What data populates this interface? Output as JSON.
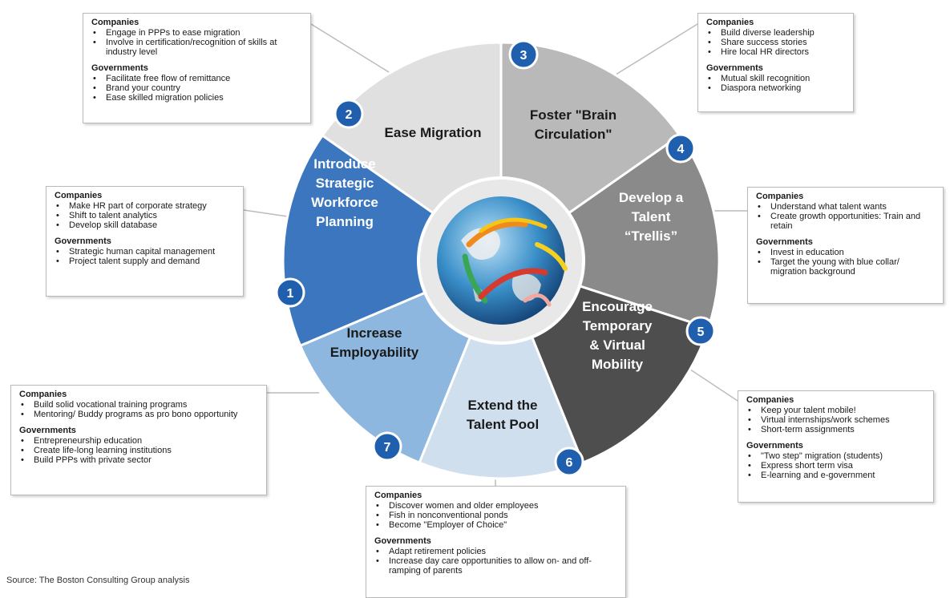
{
  "colors": {
    "seg1": "#3b76bf",
    "seg2": "#e0e0e0",
    "seg3": "#b9b9b9",
    "seg4": "#8a8a8a",
    "seg5": "#4e4e4e",
    "seg6": "#cfdfee",
    "seg7": "#8eb7df",
    "badge": "#1f5fae",
    "connector": "#bcbcbc"
  },
  "segments": [
    {
      "number": "1",
      "label": [
        "Introduce",
        "Strategic",
        "Workforce",
        "Planning"
      ],
      "text_color": "#ffffff"
    },
    {
      "number": "2",
      "label": [
        "Ease Migration"
      ],
      "text_color": "#1a1a1a"
    },
    {
      "number": "3",
      "label": [
        "Foster \"Brain",
        "Circulation\""
      ],
      "text_color": "#1a1a1a"
    },
    {
      "number": "4",
      "label": [
        "Develop a",
        "Talent",
        "“Trellis”"
      ],
      "text_color": "#ffffff"
    },
    {
      "number": "5",
      "label": [
        "Encourage",
        "Temporary",
        "& Virtual",
        "Mobility"
      ],
      "text_color": "#ffffff"
    },
    {
      "number": "6",
      "label": [
        "Extend the",
        "Talent Pool"
      ],
      "text_color": "#1a1a1a"
    },
    {
      "number": "7",
      "label": [
        "Increase",
        "Employability"
      ],
      "text_color": "#1a1a1a"
    }
  ],
  "boxes": {
    "box1": {
      "companies_heading": "Companies",
      "companies": [
        "Make HR part of corporate strategy",
        "Shift to talent analytics",
        "Develop skill database"
      ],
      "governments_heading": "Governments",
      "governments": [
        "Strategic human capital management",
        "Project talent supply and demand"
      ]
    },
    "box2": {
      "companies_heading": "Companies",
      "companies": [
        "Engage in PPPs to ease migration",
        "Involve in certification/recognition of skills at industry level"
      ],
      "governments_heading": "Governments",
      "governments": [
        "Facilitate free flow of remittance",
        "Brand your country",
        "Ease skilled migration policies"
      ]
    },
    "box3": {
      "companies_heading": "Companies",
      "companies": [
        "Build diverse leadership",
        "Share success stories",
        "Hire local HR  directors"
      ],
      "governments_heading": "Governments",
      "governments": [
        "Mutual skill recognition",
        "Diaspora networking"
      ]
    },
    "box4": {
      "companies_heading": "Companies",
      "companies": [
        "Understand what talent wants",
        "Create growth opportunities: Train and retain"
      ],
      "governments_heading": "Governments",
      "governments": [
        "Invest in education",
        "Target the young with blue collar/ migration background"
      ]
    },
    "box5": {
      "companies_heading": "Companies",
      "companies": [
        "Keep your talent mobile!",
        "Virtual internships/work schemes",
        "Short-term assignments"
      ],
      "governments_heading": "Governments",
      "governments": [
        "\"Two step\"  migration (students)",
        "Express short term visa",
        "E-learning and e-government"
      ]
    },
    "box6": {
      "companies_heading": "Companies",
      "companies": [
        "Discover women and older employees",
        "Fish in nonconventional ponds",
        "Become \"Employer of Choice\""
      ],
      "governments_heading": "Governments",
      "governments": [
        "Adapt retirement policies",
        "Increase day care opportunities to allow on- and off-ramping of parents"
      ]
    },
    "box7": {
      "companies_heading": "Companies",
      "companies": [
        "Build solid vocational training programs",
        "Mentoring/ Buddy programs as pro bono opportunity"
      ],
      "governments_heading": "Governments",
      "governments": [
        "Entrepreneurship education",
        "Create life-long learning institutions",
        "Build PPPs with private sector"
      ]
    }
  },
  "source": "Source: The Boston Consulting Group analysis"
}
